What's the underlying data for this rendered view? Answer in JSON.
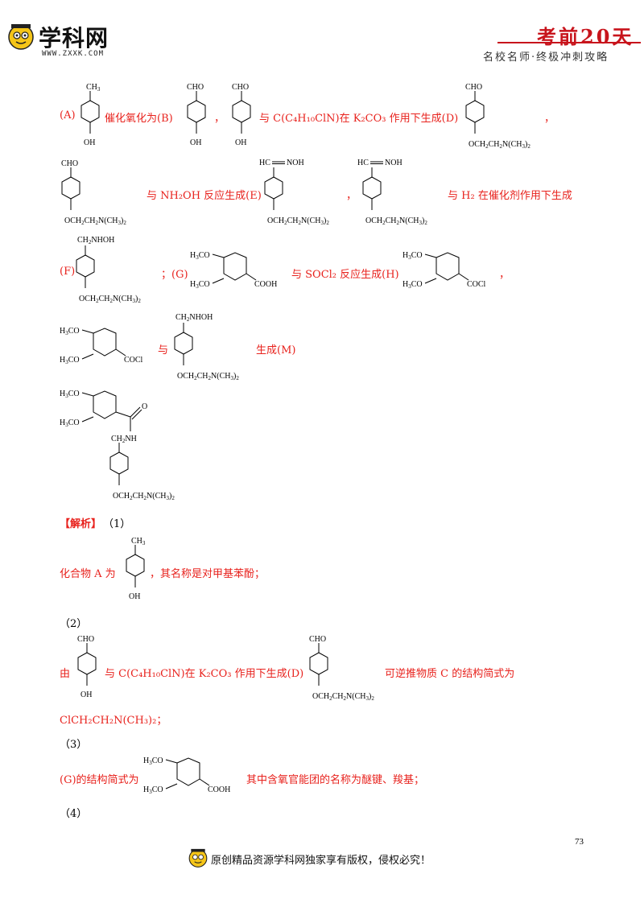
{
  "header": {
    "logo_text": "学科网",
    "url": "WWW.ZXXK.COM",
    "title": "考前20天",
    "subtitle": "名校名师·终极冲刺攻略",
    "brand_color": "#c8141c"
  },
  "lines": {
    "a_label": "(A)",
    "a_text": "催化氧化为(B)",
    "comma1": "，",
    "with_c": "与 C(C₄H₁₀ClN)在 K₂CO₃ 作用下生成(D)",
    "comma2": "，",
    "nh2oh": "与 NH₂OH 反应生成(E)",
    "comma3": "，",
    "h2": "与 H₂ 在催化剂作用下生成",
    "f_label": "(F)",
    "semi_g": "；(G)",
    "socl2": "与 SOCl₂ 反应生成(H)",
    "comma4": "，",
    "with_word": "与",
    "gen_m": "生成(M)"
  },
  "analysis": {
    "heading": "【解析】",
    "p1": "（1）",
    "p1_text_a": "化合物 A 为",
    "p1_text_b": "，其名称是对甲基苯酚；",
    "p2": "（2）",
    "p2_from": "由",
    "p2_with": "与 C(C₄H₁₀ClN)在 K₂CO₃ 作用下生成(D)",
    "p2_back": "可逆推物质 C 的结构简式为",
    "p2_answer": "ClCH₂CH₂N(CH₃)₂；",
    "p3": "（3）",
    "p3_text_a": "(G)的结构简式为",
    "p3_text_b": "其中含氧官能团的名称为醚键、羧基；",
    "p4": "（4）"
  },
  "chem": {
    "ch3": "CH₃",
    "oh": "OH",
    "cho": "CHO",
    "amine_chain": "OCH₂CH₂N(CH₃)₂",
    "oxime": "HC═NOH",
    "ch2nhoh": "CH₂NHOH",
    "h3co": "H₃CO",
    "cooh": "COOH",
    "cocl": "COCl",
    "ch2nh": "CH₂NH",
    "o": "O"
  },
  "page_number": "73",
  "footer": "原创精品资源学科网独家享有版权，侵权必究！"
}
